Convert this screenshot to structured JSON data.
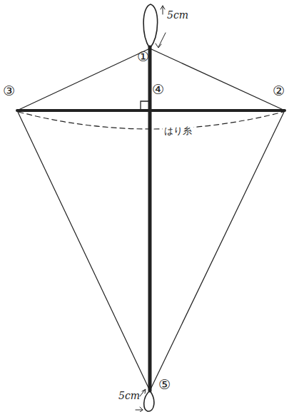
{
  "diagram": {
    "labels": [
      "①",
      "5cm",
      "③",
      "④",
      "②",
      "はり糸",
      "⑤",
      "5cm"
    ]
  }
}
